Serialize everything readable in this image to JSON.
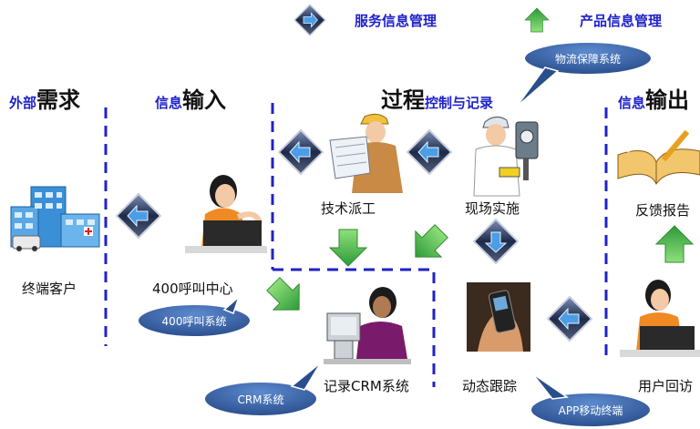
{
  "legend": {
    "service": "服务信息管理",
    "product": "产品信息管理"
  },
  "columns": {
    "external": {
      "small": "外部",
      "big": "需求"
    },
    "input": {
      "small": "信息",
      "big": "输入"
    },
    "process": {
      "big": "过程",
      "small": "控制与记录"
    },
    "output": {
      "small": "信息",
      "big": "输出"
    }
  },
  "nodes": {
    "customer": "终端客户",
    "callcenter": "400呼叫中心",
    "dispatch": "技术派工",
    "onsite": "现场实施",
    "crm": "记录CRM系统",
    "tracking": "动态跟踪",
    "report": "反馈报告",
    "revisit": "用户回访"
  },
  "bubbles": {
    "logistics": "物流保障系统",
    "call_system": "400呼叫系统",
    "crm_system": "CRM系统",
    "app": "APP移动终端"
  },
  "colors": {
    "dash": "#1f22c8",
    "label_blue": "#1f22c8",
    "bubble": "#2f5fa0",
    "arrow_green": "#45b045",
    "diamond_dark": "#1d2b49"
  },
  "icons": [
    "diamond-arrow-icon",
    "green-up-arrow-icon",
    "building-icon",
    "operator-icon",
    "engineer-icon",
    "technician-icon",
    "crm-operator-icon",
    "phone-hand-icon",
    "book-icon"
  ]
}
